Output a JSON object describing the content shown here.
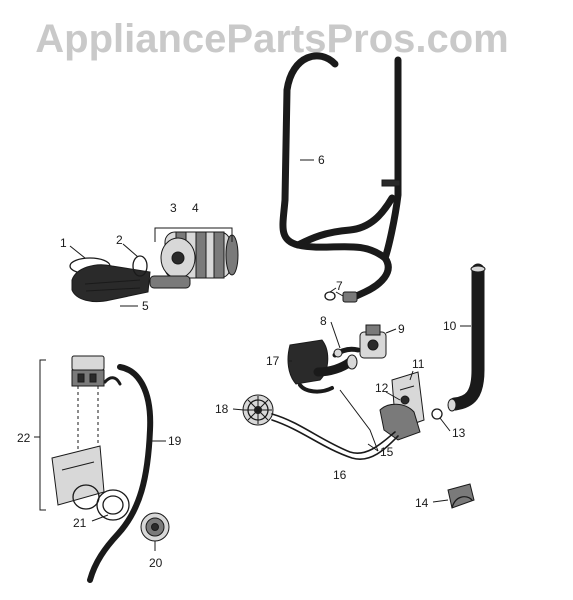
{
  "watermark": "AppliancePartsPros.com",
  "callouts": [
    {
      "id": "1",
      "text": "1"
    },
    {
      "id": "2",
      "text": "2"
    },
    {
      "id": "3",
      "text": "3"
    },
    {
      "id": "4",
      "text": "4"
    },
    {
      "id": "5",
      "text": "5"
    },
    {
      "id": "6",
      "text": "6"
    },
    {
      "id": "7",
      "text": "7"
    },
    {
      "id": "8",
      "text": "8"
    },
    {
      "id": "9",
      "text": "9"
    },
    {
      "id": "10",
      "text": "10"
    },
    {
      "id": "11",
      "text": "11"
    },
    {
      "id": "12",
      "text": "12"
    },
    {
      "id": "13",
      "text": "13"
    },
    {
      "id": "14",
      "text": "14"
    },
    {
      "id": "15",
      "text": "15"
    },
    {
      "id": "16",
      "text": "16"
    },
    {
      "id": "17",
      "text": "17"
    },
    {
      "id": "18",
      "text": "18"
    },
    {
      "id": "19",
      "text": "19"
    },
    {
      "id": "20",
      "text": "20"
    },
    {
      "id": "21",
      "text": "21"
    },
    {
      "id": "22",
      "text": "22"
    }
  ]
}
